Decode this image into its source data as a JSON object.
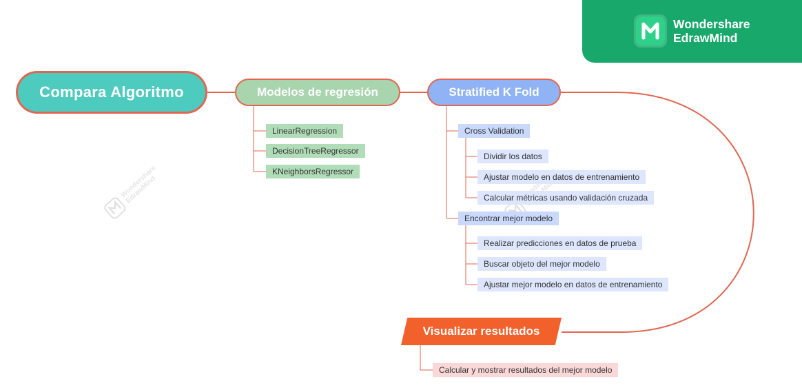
{
  "brand": {
    "line1": "Wondershare",
    "line2": "EdrawMind",
    "color": "#18a86b"
  },
  "watermark": {
    "line1": "Wondershare",
    "line2": "EdrawMind"
  },
  "colors": {
    "connector": "#e06651",
    "root_fill": "#4ecbbf",
    "green": "#a8d5ae",
    "blue": "#8fb3f5",
    "orange": "#f2612b"
  },
  "mindmap": {
    "root": "Compara Algoritmo",
    "modelos": {
      "label": "Modelos de regresión",
      "items": [
        "LinearRegression",
        "DecisionTreeRegressor",
        "KNeighborsRegressor"
      ]
    },
    "kfold": {
      "label": "Stratified K Fold",
      "cross_validation": {
        "label": "Cross Validation",
        "items": [
          "Dividir los datos",
          "Ajustar modelo en datos de entrenamiento",
          "Calcular métricas usando validación cruzada"
        ]
      },
      "mejor_modelo": {
        "label": "Encontrar mejor modelo",
        "items": [
          "Realizar predicciones en datos de prueba",
          "Buscar objeto del mejor modelo",
          "Ajustar mejor modelo en datos de entrenamiento"
        ]
      }
    },
    "visualizar": {
      "label": "Visualizar resultados",
      "items": [
        "Calcular y mostrar resultados del mejor modelo"
      ]
    }
  }
}
